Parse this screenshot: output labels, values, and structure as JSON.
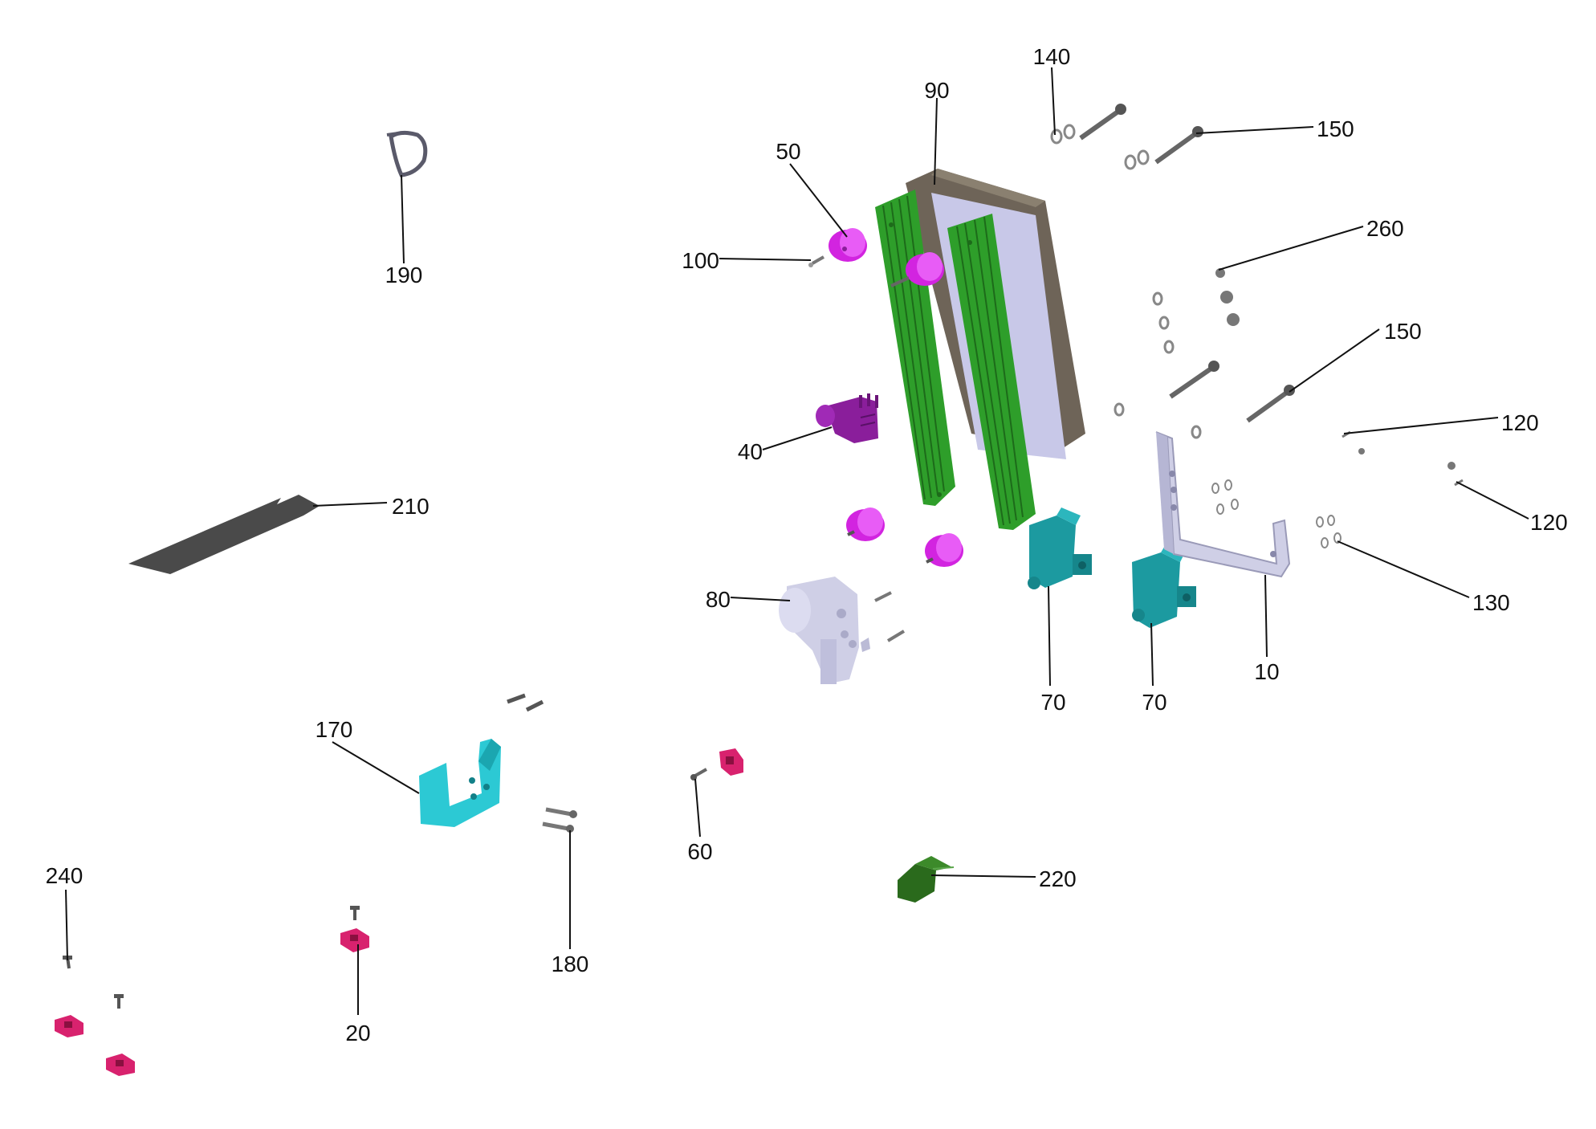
{
  "diagram": {
    "callouts": {
      "c10": "10",
      "c20": "20",
      "c40": "40",
      "c50": "50",
      "c60": "60",
      "c70a": "70",
      "c70b": "70",
      "c80": "80",
      "c90": "90",
      "c100": "100",
      "c120a": "120",
      "c120b": "120",
      "c130": "130",
      "c140": "140",
      "c150a": "150",
      "c150b": "150",
      "c170": "170",
      "c180": "180",
      "c190": "190",
      "c210": "210",
      "c220": "220",
      "c240": "240",
      "c260": "260"
    },
    "colors": {
      "heatsink_fin": "#2e9e2a",
      "heatsink_dark": "#1d6b1a",
      "enclosure": "#6e6458",
      "enclosure_light": "#c8c8e8",
      "bracket": "#cfcfe6",
      "magenta_part": "#e22cf0",
      "purple_part": "#8a1e9b",
      "teal_part": "#1c9aa0",
      "cyan_bracket": "#2cc9d4",
      "pink_clip": "#d8226e",
      "dark_green": "#2a6a1c",
      "strip": "#4a4a4a",
      "hardware": "#777777"
    }
  }
}
